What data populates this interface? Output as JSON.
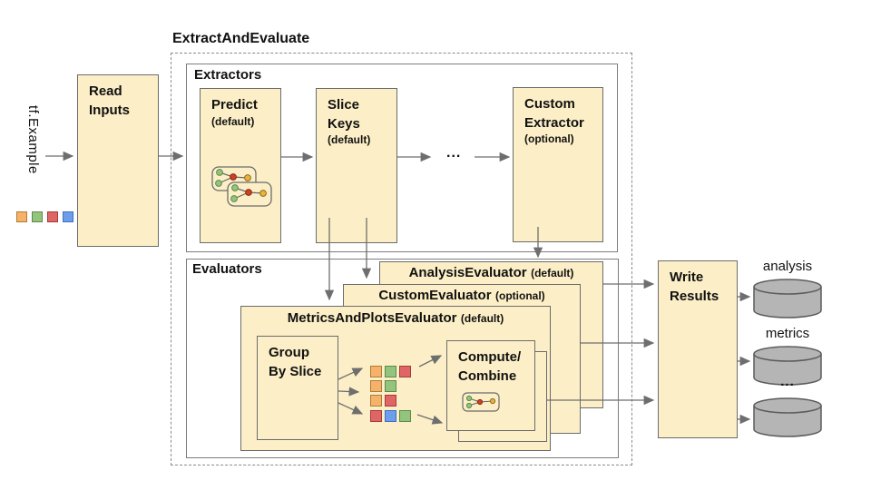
{
  "title": "ExtractAndEvaluate",
  "input_label": "tf.Example",
  "sections": {
    "extractors": "Extractors",
    "evaluators": "Evaluators"
  },
  "boxes": {
    "read_inputs": {
      "line1": "Read",
      "line2": "Inputs"
    },
    "predict": {
      "line1": "Predict",
      "sub": "(default)"
    },
    "slice_keys": {
      "line1": "Slice",
      "line2": "Keys",
      "sub": "(default)"
    },
    "custom_extractor": {
      "line1": "Custom",
      "line2": "Extractor",
      "sub": "(optional)"
    },
    "group_by_slice": {
      "line1": "Group",
      "line2": "By Slice"
    },
    "compute_combine": {
      "line1": "Compute/",
      "line2": "Combine"
    },
    "write_results": {
      "line1": "Write",
      "line2": "Results"
    }
  },
  "evaluator_stack": [
    {
      "title": "AnalysisEvaluator",
      "sub": "(default)"
    },
    {
      "title": "CustomEvaluator",
      "sub": "(optional)"
    },
    {
      "title": "MetricsAndPlotsEvaluator",
      "sub": "(default)"
    }
  ],
  "ellipsis_extractors": "...",
  "ellipsis_outputs": "...",
  "outputs": {
    "labels": [
      "analysis",
      "metrics"
    ]
  },
  "legend_squares": [
    "orange",
    "green",
    "red",
    "blue"
  ],
  "slice_grid": [
    [
      "orange",
      "green",
      "red"
    ],
    [
      "orange",
      "green"
    ],
    [
      "orange",
      "red"
    ],
    [
      "red",
      "blue",
      "green"
    ]
  ],
  "colors": {
    "box_fill": "#FCEFC7",
    "box_border": "#6b6b6b",
    "container_border": "#7d7d7d",
    "dashed_border": "#8a8a8a",
    "arrow": "#6e6e6e",
    "cylinder_fill": "#b5b5b5",
    "cylinder_border": "#5b5b5b",
    "squares": {
      "orange": {
        "fill": "#F6B26B",
        "border": "#b07c33"
      },
      "green": {
        "fill": "#93C47D",
        "border": "#5d8a4a"
      },
      "red": {
        "fill": "#E06666",
        "border": "#a33b3b"
      },
      "blue": {
        "fill": "#6D9EEB",
        "border": "#3f6fc4"
      }
    },
    "graph_dots": {
      "green": "#93C47D",
      "red": "#CC4125",
      "yellow": "#E6B33D"
    }
  }
}
